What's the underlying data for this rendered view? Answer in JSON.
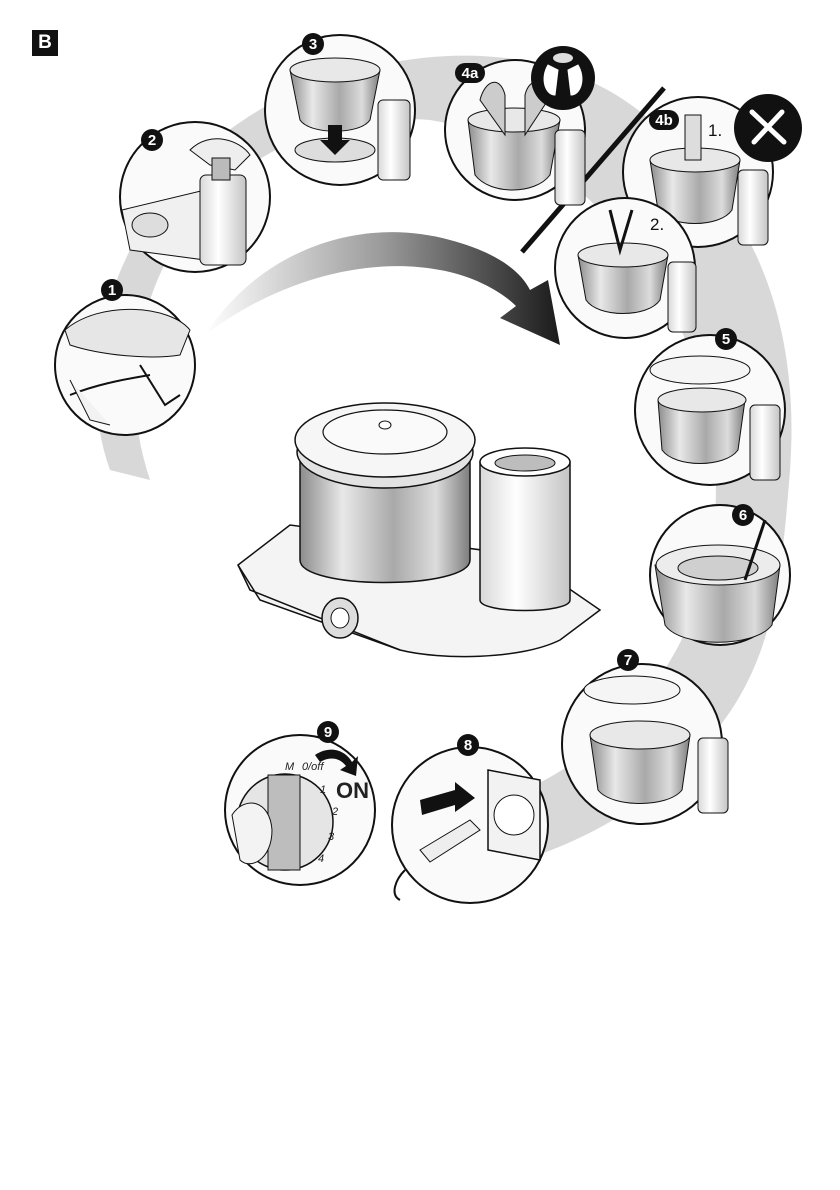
{
  "figure_label": "B",
  "steps": [
    {
      "id": "1",
      "label": "1"
    },
    {
      "id": "2",
      "label": "2"
    },
    {
      "id": "3",
      "label": "3"
    },
    {
      "id": "4a",
      "label": "4a"
    },
    {
      "id": "4b",
      "label": "4b"
    },
    {
      "id": "5",
      "label": "5"
    },
    {
      "id": "6",
      "label": "6"
    },
    {
      "id": "7",
      "label": "7"
    },
    {
      "id": "8",
      "label": "8"
    },
    {
      "id": "9",
      "label": "9"
    }
  ],
  "step4b_substeps": [
    "1.",
    "2."
  ],
  "dial": {
    "positions": [
      "M",
      "0/off",
      "1",
      "2",
      "3",
      "4"
    ],
    "on_label": "ON"
  },
  "icons": {
    "beaters": "whisk-beaters-icon",
    "kneading_hook": "kneading-hook-icon",
    "mixer": "kitchen-mixer-illustration",
    "plug": "power-plug-icon",
    "socket": "wall-socket-icon"
  },
  "colors": {
    "ink": "#111111",
    "shadow_band": "#cfcfcf",
    "badge": "#111111",
    "steel": "#b9b9b9"
  }
}
